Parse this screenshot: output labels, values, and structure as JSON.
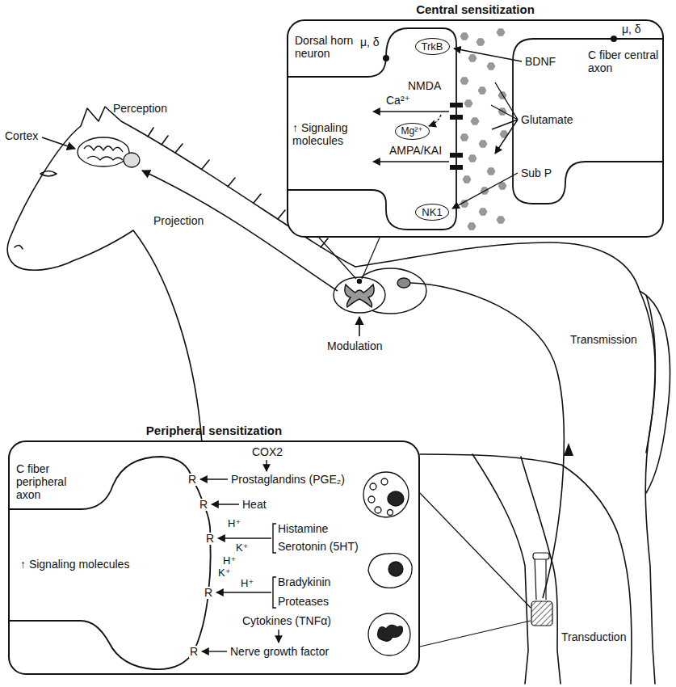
{
  "diagram": {
    "nodes": [
      {
        "text": [
          "Central sensitization"
        ]
      },
      {
        "text": [
          "Dorsal horn neuron"
        ],
        "in": 0
      },
      {
        "text": [
          "TrkB"
        ],
        "in": 1
      },
      {
        "text": [
          "Mg²⁺"
        ],
        "in": 1
      },
      {
        "text": [
          "NK1"
        ],
        "in": 1
      },
      {
        "text": [
          "C fiber central axon"
        ],
        "in": 0
      },
      {
        "text": [
          "Peripheral sensitization"
        ]
      },
      {
        "text": [
          "C fiber peripheral axon"
        ],
        "in": 6
      }
    ],
    "labels": [
      "Perception",
      "Cortex",
      "Projection",
      "Modulation",
      "Transmission",
      "Transduction",
      "μ, δ",
      "μ, δ",
      "BDNF",
      "NMDA",
      "Ca²⁺",
      "↑ Signaling molecules",
      "Glutamate",
      "AMPA/KAI",
      "Sub P",
      "COX2",
      "R",
      "Prostaglandins (PGE₂)",
      "R",
      "Heat",
      "H⁺",
      "Histamine",
      "Serotonin (5HT)",
      "R",
      "K⁺",
      "H⁺",
      "K⁺",
      "H⁺",
      "Bradykinin",
      "Proteases",
      "R",
      "Cytokines (TNFα)",
      "R",
      "Nerve growth factor",
      "↑ Signaling molecules"
    ]
  }
}
